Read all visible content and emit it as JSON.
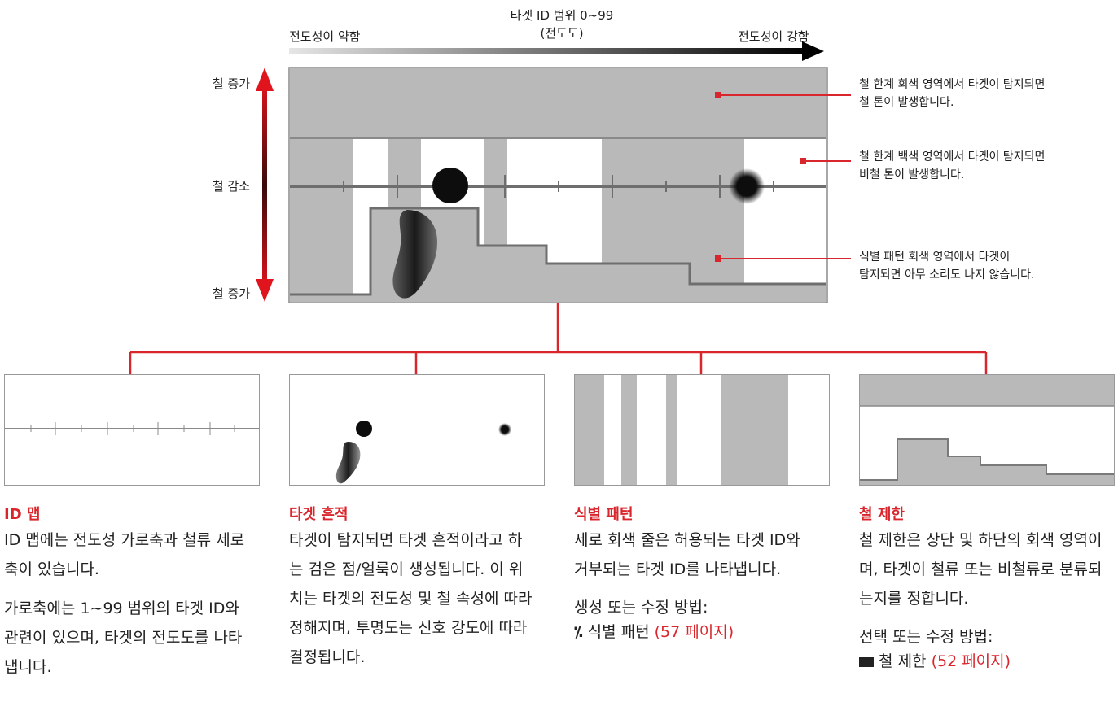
{
  "header": {
    "title_line1": "타겟 ID 범위 0~99",
    "title_line2": "(전도도)",
    "weak_label": "전도성이 약함",
    "strong_label": "전도성이 강함"
  },
  "side_labels": {
    "top": "철 증가",
    "middle": "철 감소",
    "bottom": "철 증가"
  },
  "callouts": [
    {
      "line1": "철 한계 회색 영역에서 타겟이 탐지되면",
      "line2": "철 톤이 발생합니다."
    },
    {
      "line1": "철 한계 백색 영역에서 타겟이 탐지되면",
      "line2": "비철 톤이 발생합니다."
    },
    {
      "line1": "식별 패턴 회색 영역에서 타겟이",
      "line2": "탐지되면 아무 소리도 나지 않습니다."
    }
  ],
  "sections": {
    "idmap": {
      "title": "ID 맵",
      "p1": "ID 맵에는 전도성 가로축과 철류 세로축이 있습니다.",
      "p2": "가로축에는 1~99 범위의 타겟 ID와 관련이 있으며, 타겟의 전도도를 나타냅니다."
    },
    "trace": {
      "title": "타겟 흔적",
      "p1": "타겟이 탐지되면 타겟 흔적이라고 하는 검은 점/얼룩이 생성됩니다. 이 위치는 타겟의 전도성 및 철 속성에 따라 정해지며, 투명도는 신호 강도에 따라 결정됩니다."
    },
    "pattern": {
      "title": "식별 패턴",
      "p1": "세로 회색 줄은 허용되는 타겟 ID와 거부되는 타겟 ID를 나타냅니다.",
      "p2": "생성 또는 수정 방법:",
      "link_text": "식별 패턴",
      "link_page": "(57 페이지)",
      "icon": "disc-pattern-icon"
    },
    "ferrous": {
      "title": "철 제한",
      "p1": "철 제한은 상단 및 하단의 회색 영역이며, 타겟이 철류 또는 비철류로 분류되는지를 정합니다.",
      "p2": "선택 또는 수정 방법:",
      "link_text": "철 제한",
      "link_page": "(52 페이지)",
      "icon": "ferrous-limits-icon"
    }
  },
  "colors": {
    "accent": "#d9262c",
    "gray_region": "#b9b9b9",
    "axis": "#6e6e6e",
    "target": "#0d0d0d"
  }
}
